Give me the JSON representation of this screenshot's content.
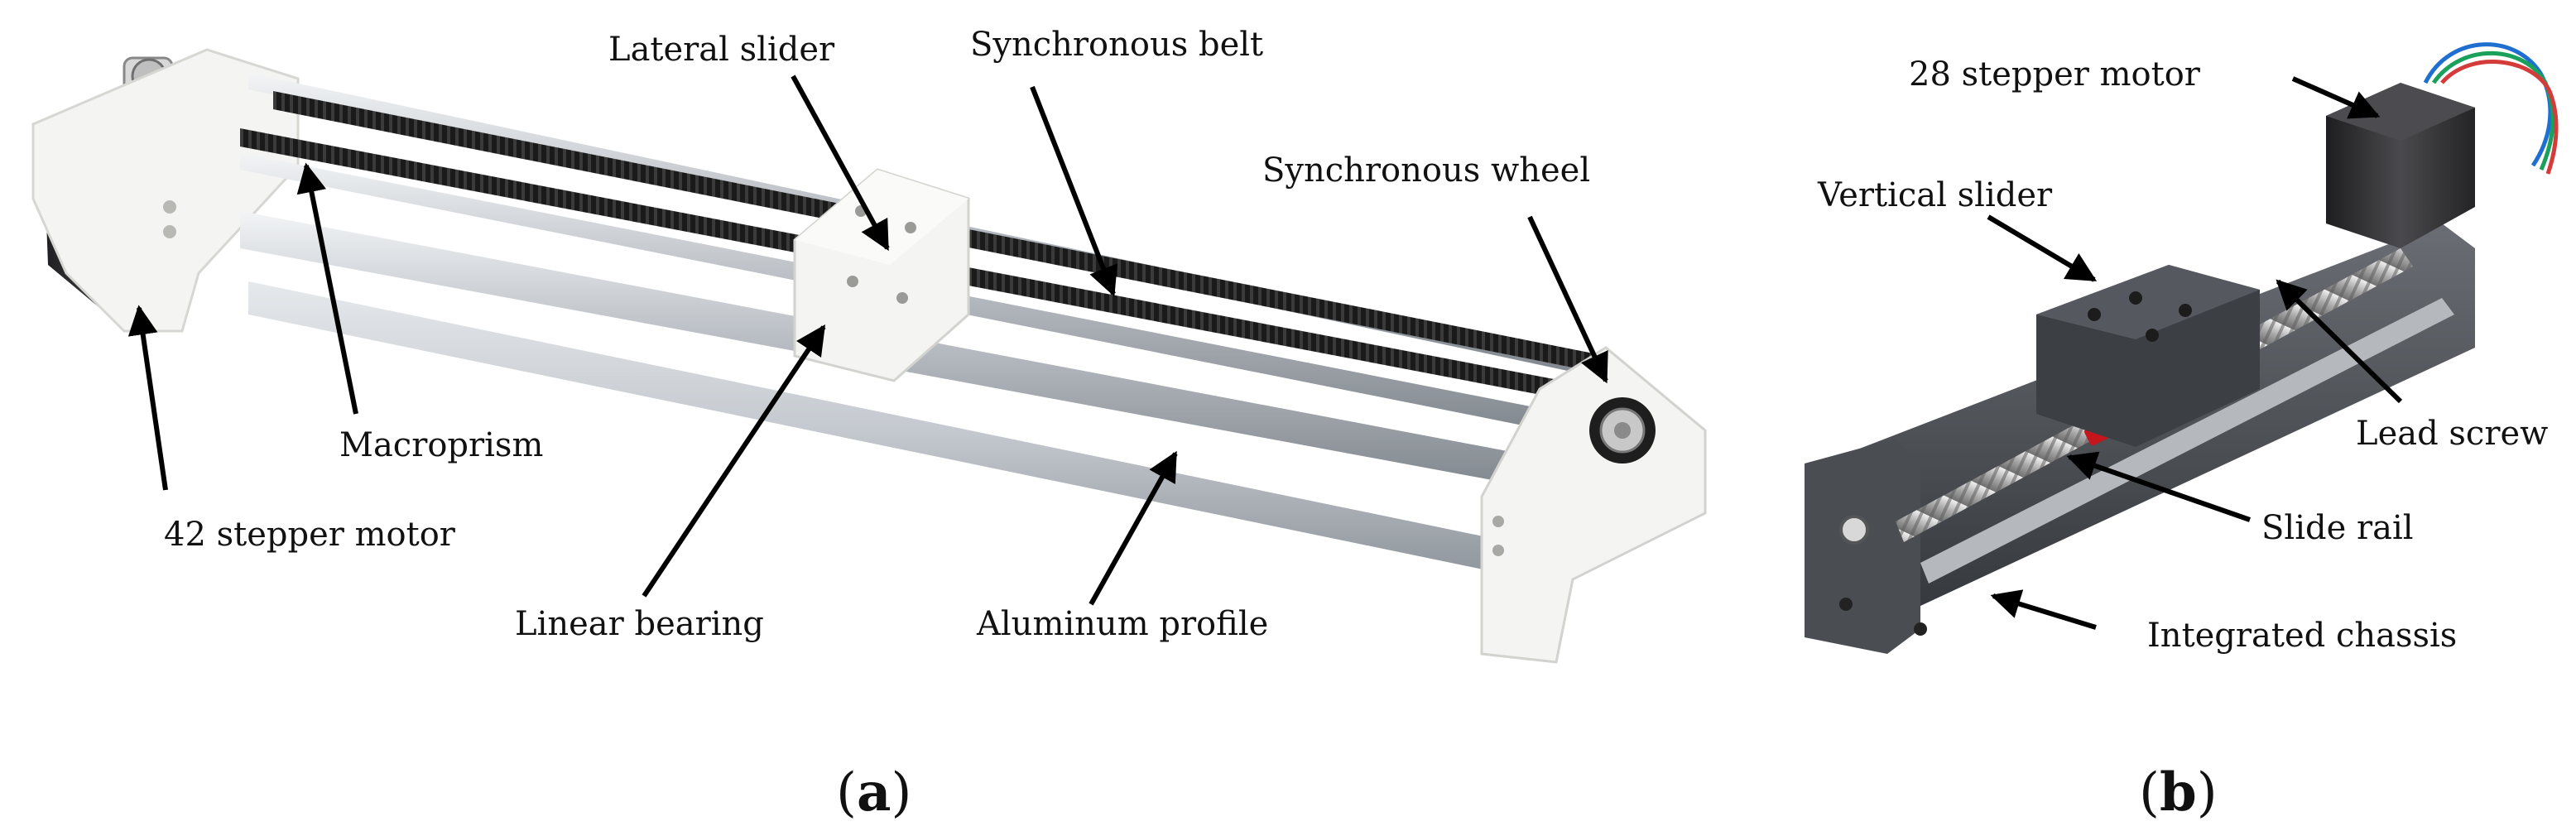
{
  "panel_a": {
    "label": "a",
    "callouts": {
      "lateral_slider": "Lateral slider",
      "synchronous_belt": "Synchronous belt",
      "synchronous_wheel": "Synchronous wheel",
      "macroprism": "Macroprism",
      "stepper_42": "42 stepper motor",
      "linear_bearing": "Linear bearing",
      "aluminum_profile": "Aluminum profile"
    }
  },
  "panel_b": {
    "label": "b",
    "callouts": {
      "stepper_28": "28 stepper motor",
      "vertical_slider": "Vertical slider",
      "lead_screw": "Lead screw",
      "slide_rail": "Slide rail",
      "integrated_chassis": "Integrated chassis"
    }
  },
  "colors": {
    "rail_silver": "#c9cdd2",
    "white_plastic": "#f4f4f2",
    "belt_black": "#1a1a1a",
    "motor_dark": "#2e2e30",
    "chassis_gray": "#4a4d52",
    "arrow": "#000000"
  }
}
